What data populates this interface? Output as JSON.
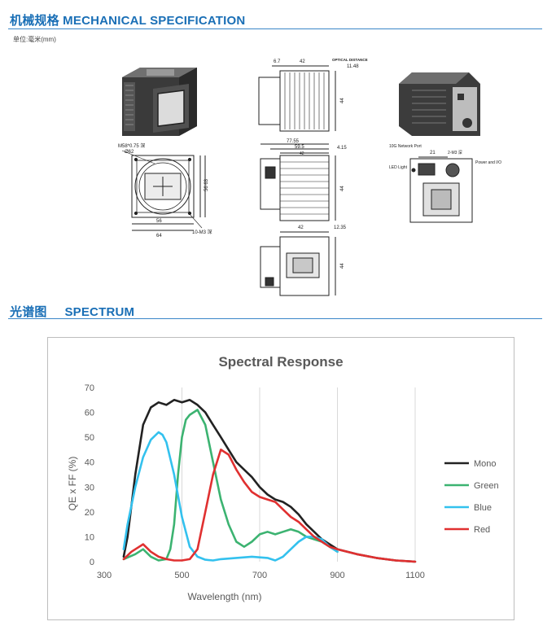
{
  "mechanical": {
    "title": "机械规格 MECHANICAL SPECIFICATION",
    "unit_label": "单位:毫米(mm)",
    "front_view": {
      "thread": "M58*0.75 深",
      "diameter": "Ø62",
      "inner_width": "56",
      "outer_width": "64",
      "side_height": "56 63",
      "hole_callout": "10-M3 深"
    },
    "top_view": {
      "dim_a": "6.7",
      "dim_b": "42",
      "optical_distance_label": "OPTICAL DISTANCE",
      "optical_distance": "11.48",
      "height": "44"
    },
    "side_view": {
      "dim_total": "77.55",
      "dim_a": "59.5",
      "dim_b": "42",
      "dim_c": "4.15",
      "height": "44"
    },
    "bottom_view": {
      "dim_a": "42",
      "dim_b": "12.35",
      "height": "44"
    },
    "back_view": {
      "network_label": "10G Network Port",
      "dim_21": "21",
      "hole_callout": "2-M3 深",
      "led_label": "LED Light",
      "power_label": "Power and I/O"
    }
  },
  "spectrum": {
    "title": "光谱图     SPECTRUM"
  },
  "chart_data": {
    "type": "line",
    "title": "Spectral Response",
    "xlabel": "Wavelength (nm)",
    "ylabel": "QE x FF (%)",
    "xlim": [
      300,
      1100
    ],
    "ylim": [
      0,
      70
    ],
    "xticks": [
      300,
      500,
      700,
      900,
      1100
    ],
    "yticks": [
      0,
      10,
      20,
      30,
      40,
      50,
      60,
      70
    ],
    "grid": "vertical",
    "legend_position": "right",
    "series": [
      {
        "name": "Mono",
        "color": "#222222",
        "x": [
          350,
          360,
          380,
          400,
          420,
          440,
          460,
          480,
          500,
          520,
          540,
          560,
          580,
          600,
          620,
          640,
          660,
          680,
          700,
          720,
          740,
          760,
          780,
          800,
          820,
          840,
          860,
          880,
          900,
          950,
          1000,
          1050,
          1100
        ],
        "y": [
          2,
          10,
          35,
          55,
          62,
          64,
          63,
          65,
          64,
          65,
          63,
          60,
          55,
          50,
          45,
          40,
          37,
          34,
          30,
          27,
          25,
          24,
          22,
          19,
          15,
          12,
          9,
          7,
          5,
          3,
          1.5,
          0.5,
          0
        ]
      },
      {
        "name": "Green",
        "color": "#3cb371",
        "x": [
          350,
          380,
          400,
          420,
          440,
          460,
          470,
          480,
          490,
          500,
          510,
          520,
          540,
          560,
          580,
          600,
          620,
          640,
          660,
          680,
          700,
          720,
          740,
          760,
          780,
          800,
          820,
          840,
          860,
          880,
          900
        ],
        "y": [
          1,
          3,
          5,
          2,
          0.5,
          1,
          5,
          15,
          35,
          50,
          57,
          59,
          61,
          55,
          40,
          25,
          15,
          8,
          6,
          8,
          11,
          12,
          11,
          12,
          13,
          12,
          10,
          9,
          8,
          6,
          4
        ]
      },
      {
        "name": "Blue",
        "color": "#33c1ee",
        "x": [
          350,
          360,
          380,
          400,
          420,
          440,
          450,
          460,
          480,
          500,
          520,
          540,
          560,
          580,
          600,
          640,
          680,
          720,
          740,
          760,
          780,
          800,
          820,
          840,
          860,
          880,
          900
        ],
        "y": [
          5,
          15,
          30,
          42,
          49,
          52,
          51,
          48,
          35,
          18,
          6,
          2,
          0.8,
          0.5,
          1,
          1.5,
          2,
          1.5,
          0.5,
          2,
          5,
          8,
          10,
          10,
          9,
          6,
          4
        ]
      },
      {
        "name": "Red",
        "color": "#e03030",
        "x": [
          350,
          370,
          390,
          400,
          420,
          440,
          460,
          480,
          500,
          520,
          540,
          560,
          580,
          600,
          620,
          640,
          660,
          680,
          700,
          720,
          740,
          760,
          780,
          800,
          820,
          840,
          860,
          880,
          900,
          950,
          1000,
          1050,
          1100
        ],
        "y": [
          1,
          4,
          6,
          7,
          4,
          2,
          1,
          0.5,
          0.5,
          1,
          5,
          20,
          35,
          45,
          43,
          37,
          32,
          28,
          26,
          25,
          24,
          21,
          18,
          16,
          13,
          10,
          8,
          6,
          5,
          3,
          1.5,
          0.5,
          0
        ]
      }
    ]
  }
}
